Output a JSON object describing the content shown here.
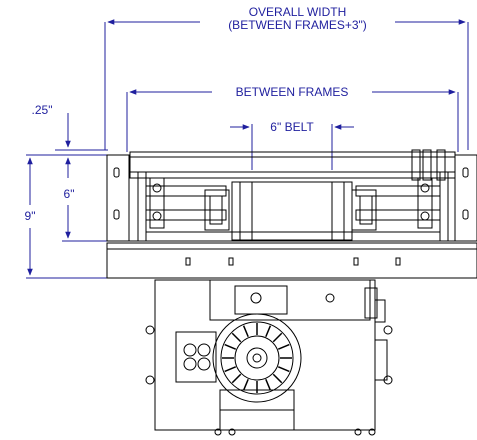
{
  "labels": {
    "overall_width_line1": "OVERALL WIDTH",
    "overall_width_line2": "(BETWEEN FRAMES+3\")",
    "between_frames": "BETWEEN FRAMES",
    "belt": "6\" BELT",
    "quarter": ".25\"",
    "six": "6\"",
    "nine": "9\""
  },
  "colors": {
    "dimension": "#1f1f9e",
    "line": "#000000"
  }
}
